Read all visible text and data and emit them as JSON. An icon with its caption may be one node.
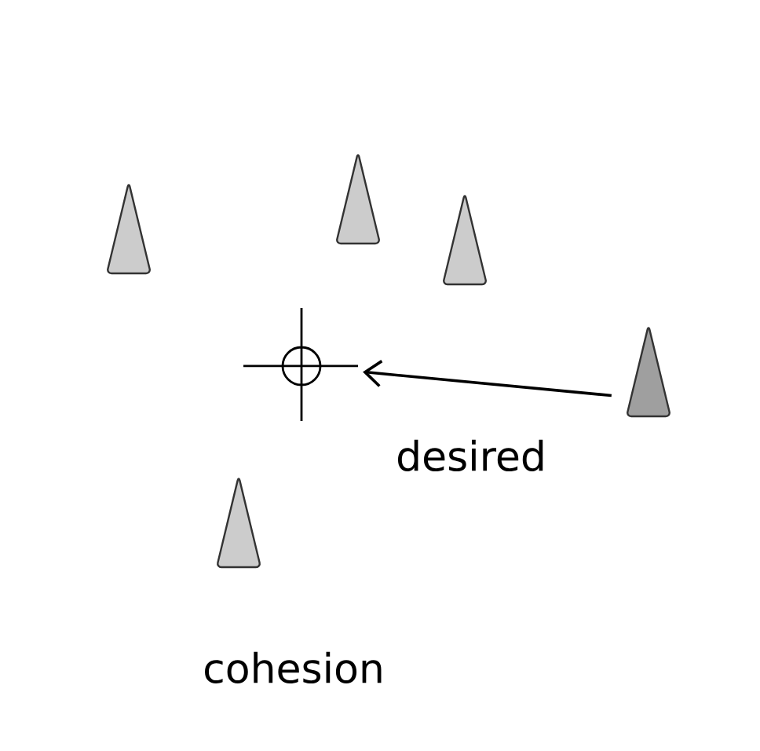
{
  "diagram": {
    "caption": "cohesion",
    "nodes": [
      {
        "text": [],
        "shape": "triangle"
      },
      {
        "text": [],
        "shape": "triangle"
      },
      {
        "text": [],
        "shape": "triangle"
      },
      {
        "text": [],
        "shape": "crosshair"
      },
      {
        "text": [],
        "shape": "triangle"
      },
      {
        "text": [],
        "shape": "triangle"
      }
    ],
    "edges": [
      {
        "from": 4,
        "to": 3,
        "arrow": "to",
        "label": "desired"
      }
    ]
  }
}
